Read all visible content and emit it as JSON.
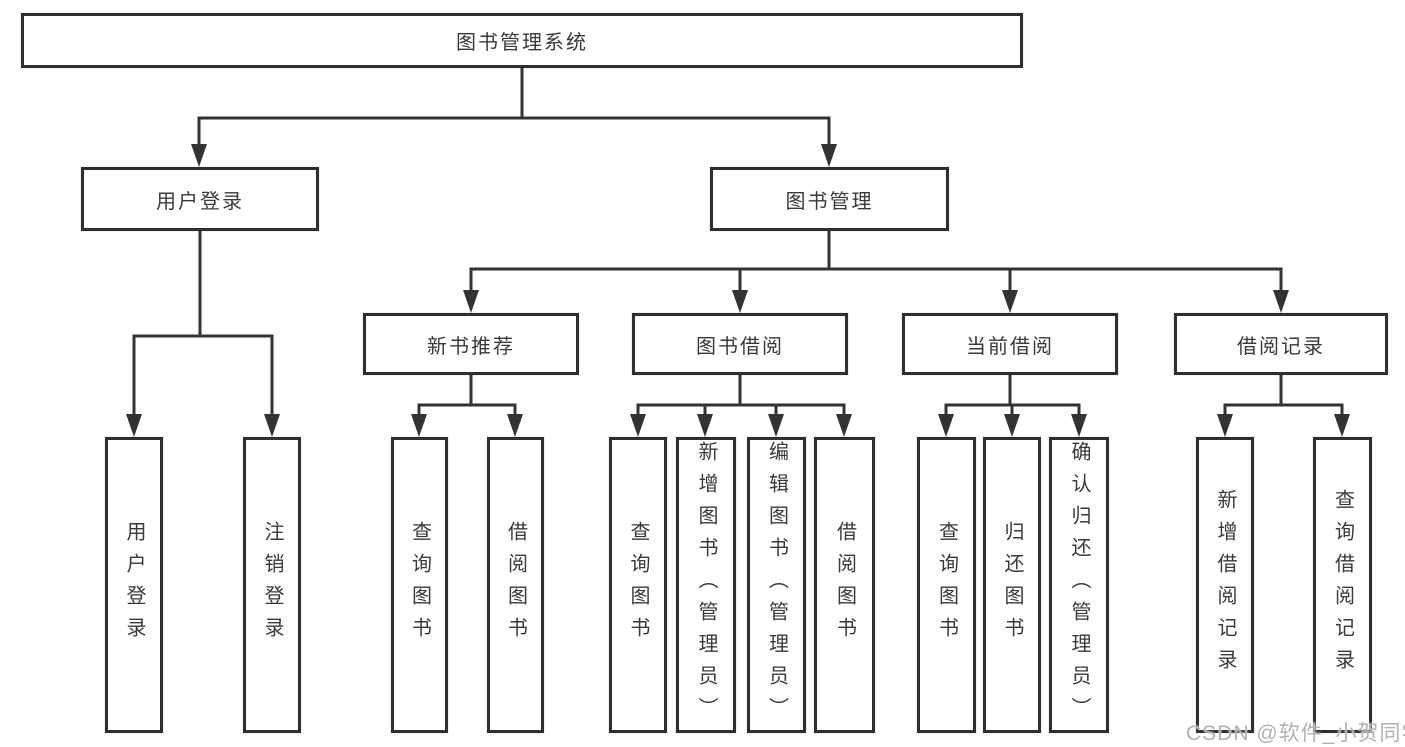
{
  "diagram": {
    "root": {
      "label": "图书管理系统"
    },
    "level2": [
      {
        "label": "用户登录"
      },
      {
        "label": "图书管理"
      }
    ],
    "level3": [
      {
        "label": "新书推荐"
      },
      {
        "label": "图书借阅"
      },
      {
        "label": "当前借阅"
      },
      {
        "label": "借阅记录"
      }
    ],
    "leaves": {
      "user_login": [
        "用户登录",
        "注销登录"
      ],
      "new_book": [
        "查询图书",
        "借阅图书"
      ],
      "book_borrow": [
        "查询图书",
        "新增图书（管理员）",
        "编辑图书（管理员）",
        "借阅图书"
      ],
      "current_borrow": [
        "查询图书",
        "归还图书",
        "确认归还（管理员）"
      ],
      "borrow_record": [
        "新增借阅记录",
        "查询借阅记录"
      ]
    },
    "watermark": "CSDN @软件_小贺同学",
    "colors": {
      "line": "#333333",
      "box_border": "#2f2f2f",
      "text": "#3a3a3a",
      "watermark": "#b2b2b2",
      "background": "#ffffff"
    }
  }
}
